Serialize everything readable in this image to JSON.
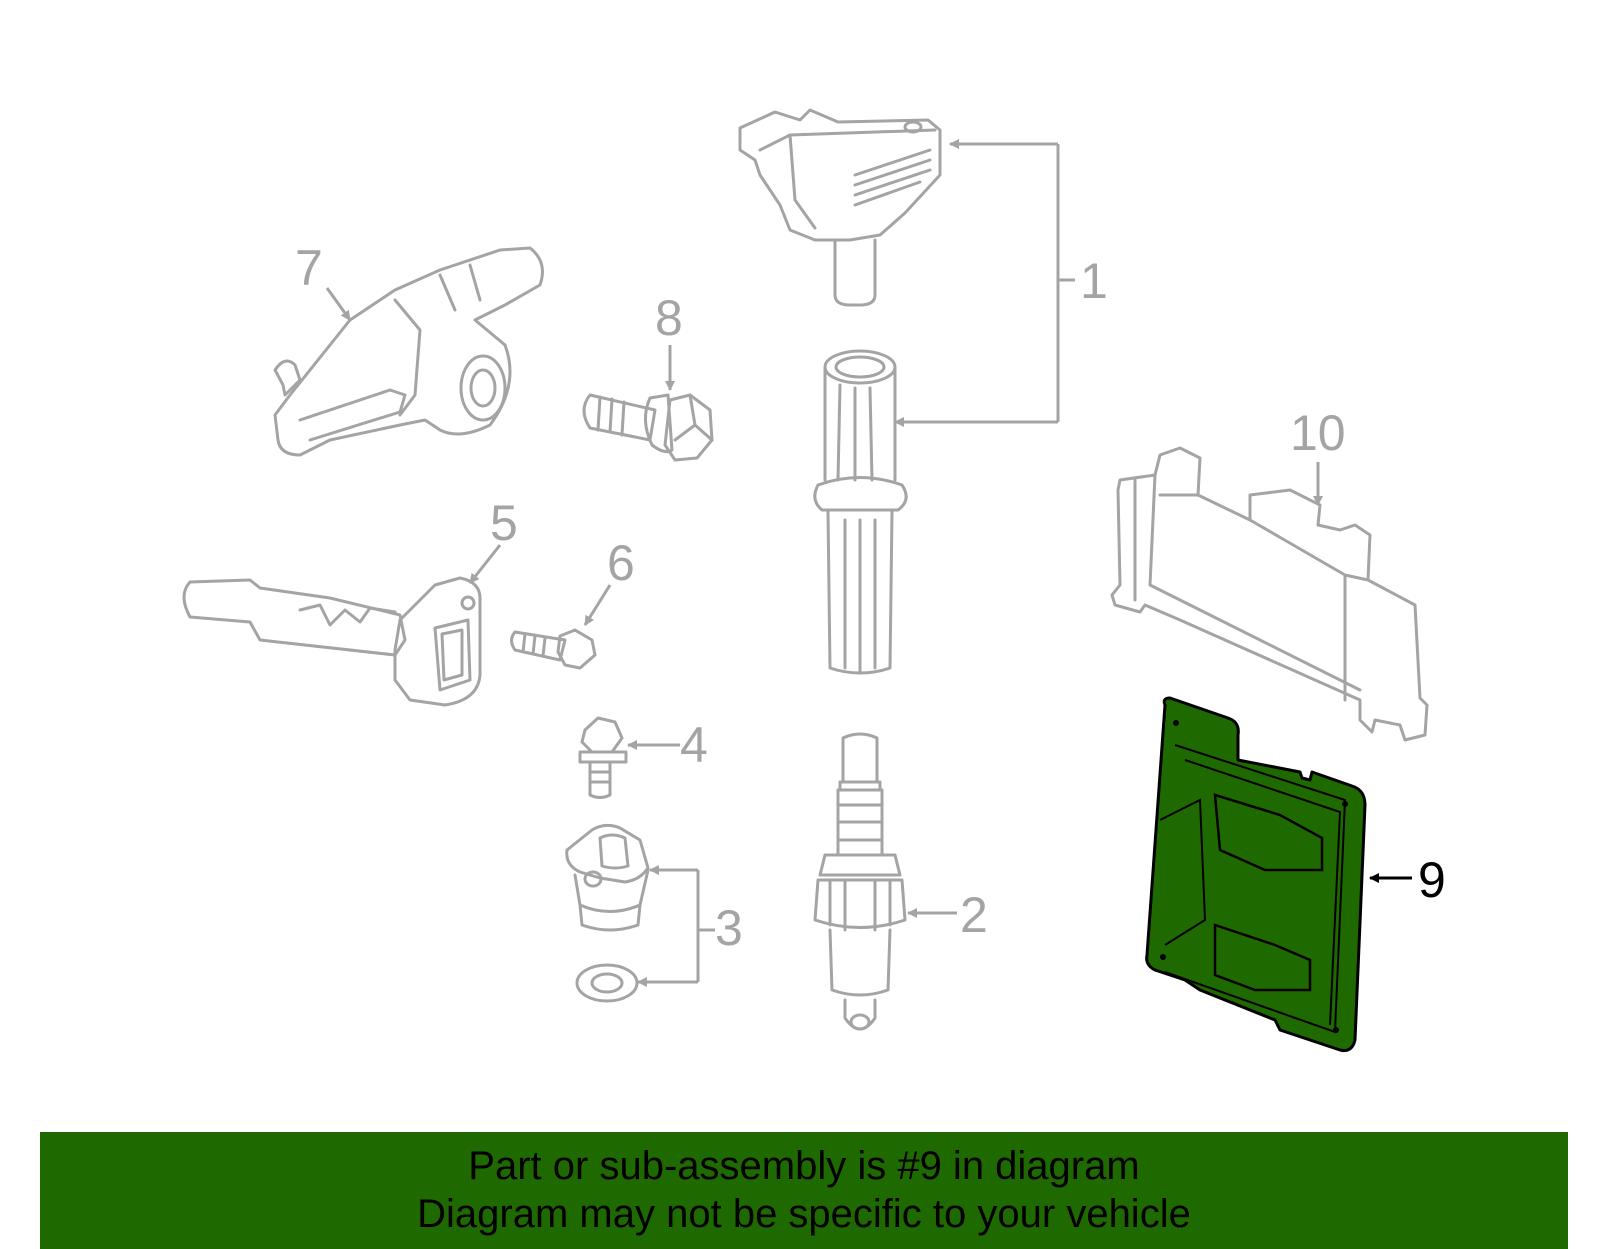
{
  "colors": {
    "part_stroke": "#a4a4a4",
    "highlight_fill": "#1e6a00",
    "banner_bg": "#1e6a00",
    "highlight_label": "#000000"
  },
  "callouts": [
    "1",
    "2",
    "3",
    "4",
    "5",
    "6",
    "7",
    "8",
    "9",
    "10"
  ],
  "highlighted_part": "9",
  "banner": {
    "line1": "Part or sub-assembly is #9 in diagram",
    "line2": "Diagram may not be specific to your vehicle"
  }
}
